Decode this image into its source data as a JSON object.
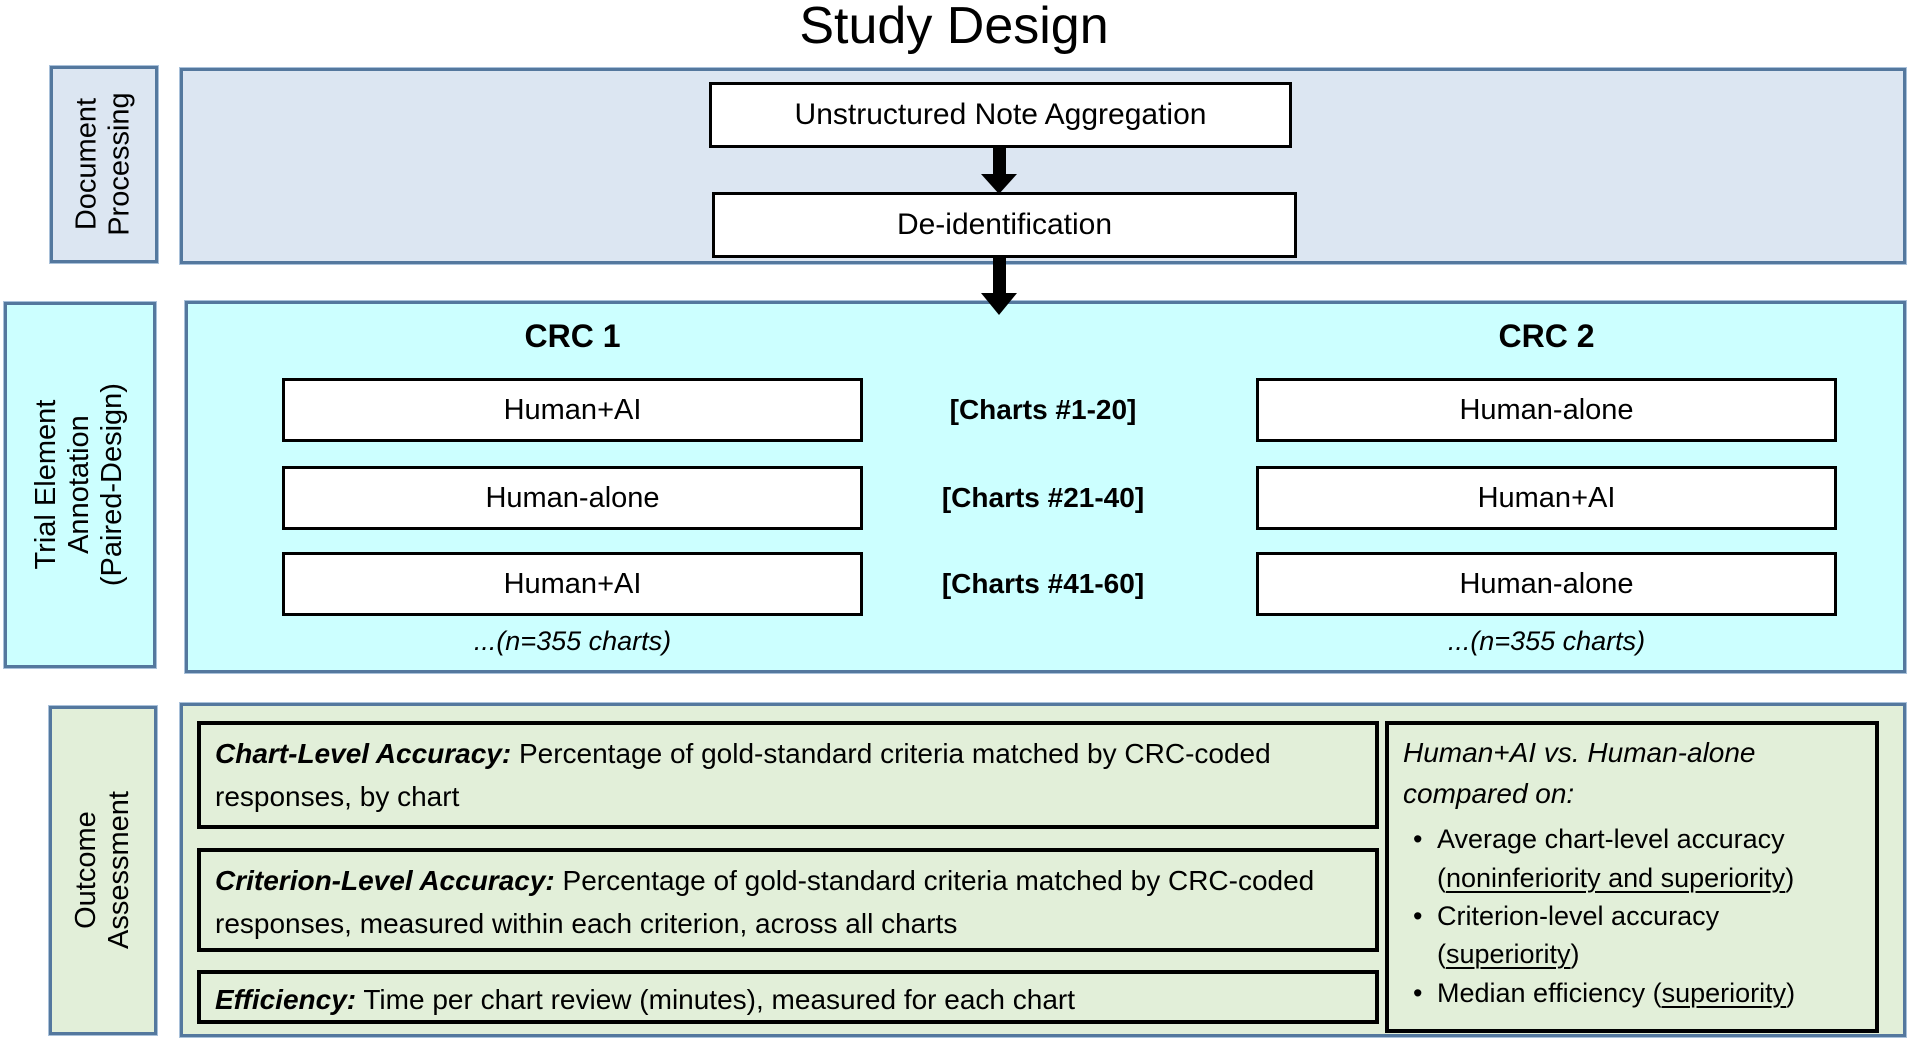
{
  "title": "Study Design",
  "colors": {
    "frame_border": "#54789e",
    "top_fill": "#dce6f2",
    "middle_fill": "#ccffff",
    "bottom_fill": "#e2efd9",
    "process_box_fill": "#ffffff",
    "process_box_border": "#000000"
  },
  "document_processing": {
    "sidebar_lines": [
      "Document",
      "Processing"
    ],
    "steps": [
      "Unstructured Note Aggregation",
      "De-identification"
    ]
  },
  "trial_annotation": {
    "sidebar_lines": [
      "Trial Element",
      "Annotation",
      "(Paired-Design)"
    ],
    "crc1": {
      "header": "CRC 1",
      "boxes": [
        "Human+AI",
        "Human-alone",
        "Human+AI"
      ],
      "note": "...(n=355 charts)"
    },
    "chart_groups": [
      "[Charts #1-20]",
      "[Charts #21-40]",
      "[Charts #41-60]"
    ],
    "crc2": {
      "header": "CRC 2",
      "boxes": [
        "Human-alone",
        "Human+AI",
        "Human-alone"
      ],
      "note": "...(n=355 charts)"
    }
  },
  "outcome_assessment": {
    "sidebar_lines": [
      "Outcome",
      "Assessment"
    ],
    "metrics": [
      {
        "lead": "Chart-Level Accuracy:",
        "text": " Percentage of gold-standard criteria matched by CRC-coded responses, by chart"
      },
      {
        "lead": "Criterion-Level Accuracy:",
        "text": " Percentage of gold-standard criteria matched by CRC-coded responses, measured within each criterion, across all charts"
      },
      {
        "lead": "Efficiency:",
        "text": " Time per chart review (minutes), measured for each chart"
      }
    ],
    "comparison": {
      "header_lines": [
        "Human+AI vs. Human-alone",
        "compared on:"
      ],
      "bullets": [
        {
          "pre": "Average chart-level accuracy (",
          "underlined": "noninferiority and superiority",
          "post": ")"
        },
        {
          "pre": "Criterion-level accuracy (",
          "underlined": "superiority",
          "post": ")"
        },
        {
          "pre": "Median efficiency (",
          "underlined": "superiority",
          "post": ")"
        }
      ]
    }
  }
}
